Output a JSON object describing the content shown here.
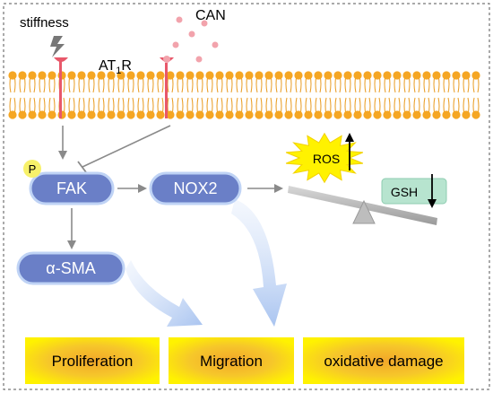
{
  "labels": {
    "stiffness": "stiffness",
    "receptor_main": "AT",
    "receptor_sub": "1",
    "receptor_suffix": "R",
    "ligand": "CAN",
    "phospho": "P",
    "fak": "FAK",
    "nox2": "NOX2",
    "asma": "α-SMA",
    "ros": "ROS",
    "gsh": "GSH"
  },
  "outcomes": [
    "Proliferation",
    "Migration",
    "oxidative damage"
  ],
  "colors": {
    "lipid_head": "#F5A623",
    "lipid_tail": "#E89A1E",
    "receptor": "#E8586A",
    "ligand": "#F2A3AC",
    "node_fill": "#6A7FC7",
    "node_border": "#BFD3F5",
    "phospho": "#F7F16A",
    "ros_star": "#FFF200",
    "gsh_box": "#B7E4CF",
    "outcome_inner": "#F4B82A",
    "outcome_outer": "#FFF200",
    "arrow": "#8A8A8A",
    "flow_arrow": "#A9C4F0"
  },
  "icons": {
    "ros_trend": "up-arrow-icon",
    "gsh_trend": "down-arrow-icon",
    "stiffness": "lightning-icon",
    "balance": "seesaw-icon"
  }
}
